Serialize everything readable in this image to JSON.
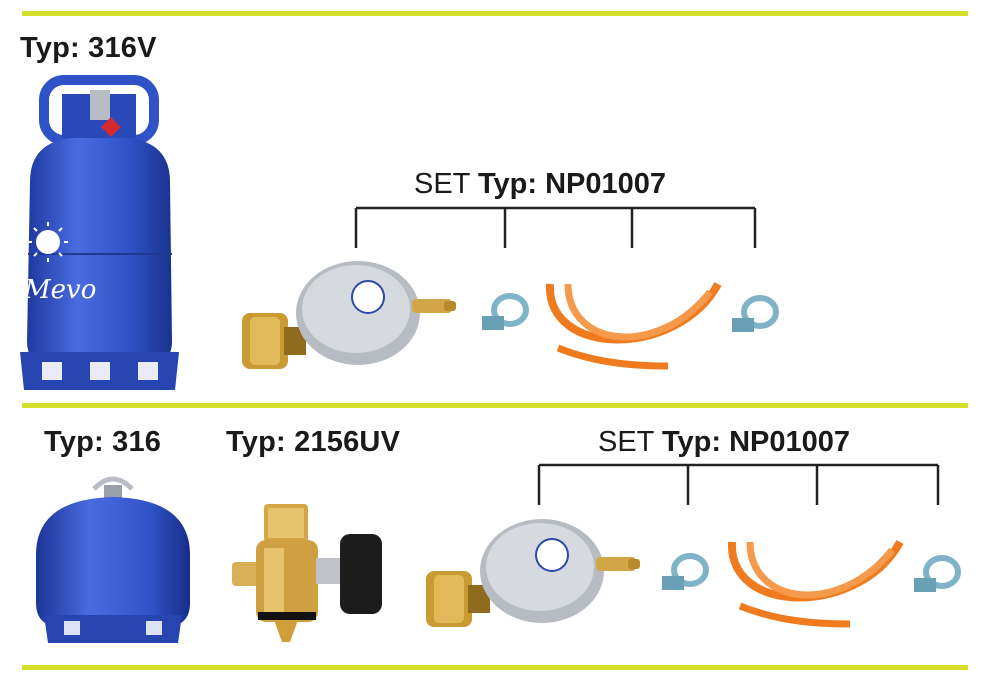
{
  "section1": {
    "cylinder_label": "Typ: 316V",
    "set_prefix": "SET",
    "set_type": "Typ: NP01007",
    "cylinder_brand": "Mevo"
  },
  "section2": {
    "cylinder_label": "Typ: 316",
    "adapter_label": "Typ: 2156UV",
    "set_prefix": "SET",
    "set_type": "Typ: NP01007"
  },
  "colors": {
    "divider": "#d4dd2a",
    "cylinder_blue": "#2f52c6",
    "brass": "#c99b32",
    "hose_orange": "#f07a1e",
    "clamp": "#7fb3c8",
    "regulator_silver": "#c4c9cf"
  }
}
